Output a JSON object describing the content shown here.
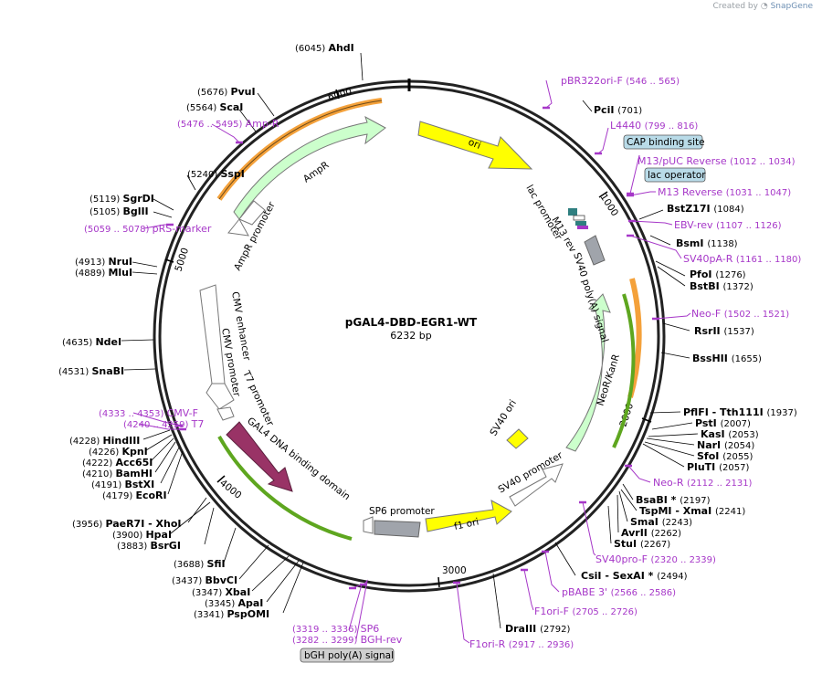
{
  "header": {
    "created_by": "Created by",
    "brand": "SnapGene"
  },
  "plasmid": {
    "name": "pGAL4-DBD-EGR1-WT",
    "size_label": "6232 bp"
  },
  "ticks": [
    "1000",
    "2000",
    "3000",
    "4000",
    "5000",
    "6000"
  ],
  "enzymes": [
    {
      "pos": "(6045)",
      "name": "AhdI"
    },
    {
      "pos": "(5676)",
      "name": "PvuI"
    },
    {
      "pos": "(5564)",
      "name": "ScaI"
    },
    {
      "pos": "(5240)",
      "name": "SspI"
    },
    {
      "pos": "(5119)",
      "name": "SgrDI"
    },
    {
      "pos": "(5105)",
      "name": "BglII"
    },
    {
      "pos": "(4913)",
      "name": "NruI"
    },
    {
      "pos": "(4889)",
      "name": "MluI"
    },
    {
      "pos": "(4635)",
      "name": "NdeI"
    },
    {
      "pos": "(4531)",
      "name": "SnaBI"
    },
    {
      "pos": "(4228)",
      "name": "HindIII"
    },
    {
      "pos": "(4226)",
      "name": "KpnI"
    },
    {
      "pos": "(4222)",
      "name": "Acc65I"
    },
    {
      "pos": "(4210)",
      "name": "BamHI"
    },
    {
      "pos": "(4191)",
      "name": "BstXI"
    },
    {
      "pos": "(4179)",
      "name": "EcoRI"
    },
    {
      "pos": "(3956)",
      "name": "PaeR7I  - XhoI"
    },
    {
      "pos": "(3900)",
      "name": "HpaI"
    },
    {
      "pos": "(3883)",
      "name": "BsrGI"
    },
    {
      "pos": "(3688)",
      "name": "SfiI"
    },
    {
      "pos": "(3437)",
      "name": "BbvCI"
    },
    {
      "pos": "(3347)",
      "name": "XbaI"
    },
    {
      "pos": "(3345)",
      "name": "ApaI"
    },
    {
      "pos": "(3341)",
      "name": "PspOMI"
    },
    {
      "pos": "(701)",
      "name": "PciI"
    },
    {
      "pos": "(1084)",
      "name": "BstZ17I"
    },
    {
      "pos": "(1138)",
      "name": "BsmI"
    },
    {
      "pos": "(1276)",
      "name": "PfoI"
    },
    {
      "pos": "(1372)",
      "name": "BstBI"
    },
    {
      "pos": "(1537)",
      "name": "RsrII"
    },
    {
      "pos": "(1655)",
      "name": "BssHII"
    },
    {
      "pos": "(1937)",
      "name": "PflFI  - Tth111I"
    },
    {
      "pos": "(2007)",
      "name": "PstI"
    },
    {
      "pos": "(2053)",
      "name": "KasI"
    },
    {
      "pos": "(2054)",
      "name": "NarI"
    },
    {
      "pos": "(2055)",
      "name": "SfoI"
    },
    {
      "pos": "(2057)",
      "name": "PluTI"
    },
    {
      "pos": "(2197)",
      "name": "BsaBI *"
    },
    {
      "pos": "(2241)",
      "name": "TspMI  - XmaI"
    },
    {
      "pos": "(2243)",
      "name": "SmaI"
    },
    {
      "pos": "(2262)",
      "name": "AvrII"
    },
    {
      "pos": "(2267)",
      "name": "StuI"
    },
    {
      "pos": "(2494)",
      "name": "CsiI  - SexAI *"
    },
    {
      "pos": "(2792)",
      "name": "DraIII"
    }
  ],
  "primers": [
    {
      "name": "pBR322ori-F",
      "range": "(546 .. 565)"
    },
    {
      "name": "L4440",
      "range": "(799 .. 816)"
    },
    {
      "name": "M13/pUC Reverse",
      "range": "(1012 .. 1034)"
    },
    {
      "name": "M13 Reverse",
      "range": "(1031 .. 1047)"
    },
    {
      "name": "EBV-rev",
      "range": "(1107 .. 1126)"
    },
    {
      "name": "SV40pA-R",
      "range": "(1161 .. 1180)"
    },
    {
      "name": "Neo-F",
      "range": "(1502 .. 1521)"
    },
    {
      "name": "Neo-R",
      "range": "(2112 .. 2131)"
    },
    {
      "name": "SV40pro-F",
      "range": "(2320 .. 2339)"
    },
    {
      "name": "pBABE 3'",
      "range": "(2566 .. 2586)"
    },
    {
      "name": "F1ori-F",
      "range": "(2705 .. 2726)"
    },
    {
      "name": "F1ori-R",
      "range": "(2917 .. 2936)"
    },
    {
      "name": "SP6",
      "range": "(3319 .. 3336)"
    },
    {
      "name": "BGH-rev",
      "range": "(3282 .. 3299)"
    },
    {
      "name": "T7",
      "range": "(4240 .. 4259)"
    },
    {
      "name": "CMV-F",
      "range": "(4333 .. 4353)"
    },
    {
      "name": "pRS-marker",
      "range": "(5059 .. 5078)"
    },
    {
      "name": "Amp-R",
      "range": "(5476 .. 5495)"
    }
  ],
  "boxed_features": [
    "CAP binding site",
    "lac operator",
    "bGH poly(A) signal"
  ],
  "features": {
    "ori": "ori",
    "ampr": "AmpR",
    "ampr_promoter": "AmpR promoter",
    "cmv_enhancer": "CMV enhancer",
    "cmv_promoter": "CMV promoter",
    "t7_promoter": "T7 promoter",
    "gal4": "GAL4 DNA binding domain",
    "sp6_promoter": "SP6 promoter",
    "f1_ori": "f1 ori",
    "sv40_promoter": "SV40 promoter",
    "sv40_ori": "SV40 ori",
    "neor": "NeoR/KanR",
    "sv40_polya": "SV40 poly(A) signal",
    "lac_promoter": "lac promoter",
    "m13_rev": "M13 rev"
  },
  "colors": {
    "ori": "#ffff00",
    "ampr": "#ccffcc",
    "gal4": "#993366",
    "promoter": "#ffffff",
    "polya": "#a0a4ab",
    "primer": "#a637c8",
    "orange_band": "#f4a13a",
    "green_band": "#5ea61f",
    "box_fill": "#b9dbe8"
  }
}
